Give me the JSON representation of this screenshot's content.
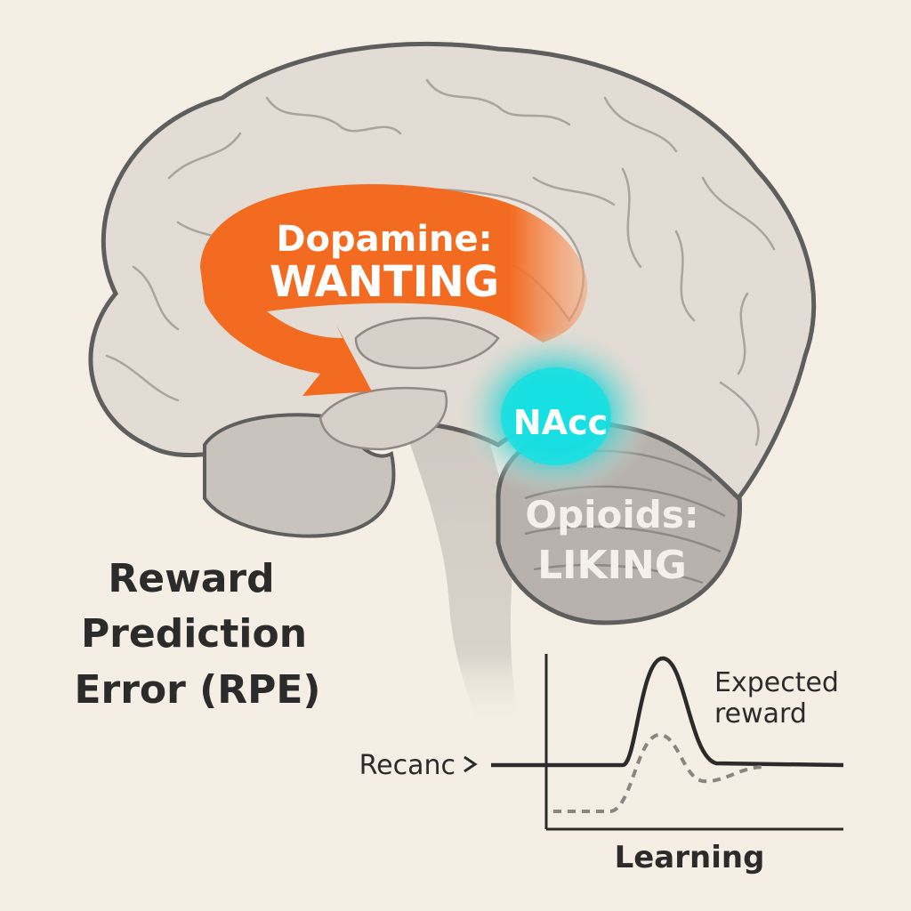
{
  "colors": {
    "background": "#f5eee4",
    "brain_fill": "#e2dcd4",
    "brain_outline": "#5e5e5e",
    "deep_structure_fill": "#c8c3bd",
    "cerebellum_fill": "#b7b2ad",
    "dopamine_arrow": "#f26b21",
    "nacc_glow": "#16d9dd",
    "text_dark": "#2b2b2b",
    "text_light": "#ffffff"
  },
  "labels": {
    "dopamine_line1": "Dopamine:",
    "dopamine_line2": "WANTING",
    "nacc": "NAcc",
    "opioids_line1": "Opioids:",
    "opioids_line2": "LIKING",
    "rpe_line1": "Reward",
    "rpe_line2": "Prediction",
    "rpe_line3": "Error (RPE)"
  },
  "graph": {
    "curve_label_line1": "Expected",
    "curve_label_line2": "reward",
    "baseline_label": "Recanc",
    "x_axis_label": "Learning",
    "series": [
      {
        "style": "solid",
        "shape": "single peak above baseline"
      },
      {
        "style": "dashed",
        "shape": "low start, smaller peak, settles at baseline"
      }
    ]
  }
}
